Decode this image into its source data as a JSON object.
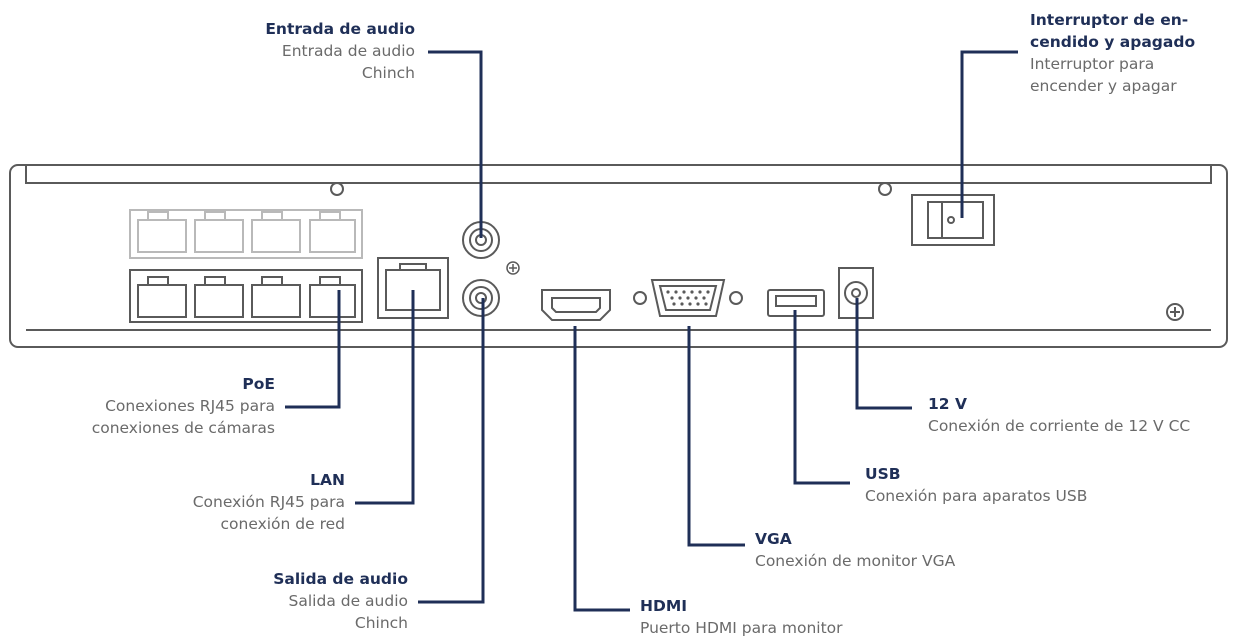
{
  "callouts": {
    "audio_in": {
      "title": "Entrada de audio",
      "desc": "Entrada de audio\nChinch"
    },
    "power_switch": {
      "title": "Interruptor de en-\ncendido y apagado",
      "desc": "Interruptor para\nencender y apagar"
    },
    "poe": {
      "title": "PoE",
      "desc": "Conexiones RJ45 para\nconexiones de cámaras"
    },
    "lan": {
      "title": "LAN",
      "desc": "Conexión RJ45 para\nconexión de red"
    },
    "audio_out": {
      "title": "Salida de audio",
      "desc": "Salida de audio\nChinch"
    },
    "hdmi": {
      "title": "HDMI",
      "desc": "Puerto HDMI para monitor"
    },
    "vga": {
      "title": "VGA",
      "desc": "Conexión de monitor VGA"
    },
    "usb": {
      "title": "USB",
      "desc": "Conexión para aparatos USB"
    },
    "dc12v": {
      "title": "12 V",
      "desc": "Conexión de corriente de 12 V CC"
    }
  },
  "colors": {
    "line": "#1f2f57",
    "device": "#5a5a5a",
    "faded": "#b9b9b9",
    "text": "#6a6a6a"
  }
}
